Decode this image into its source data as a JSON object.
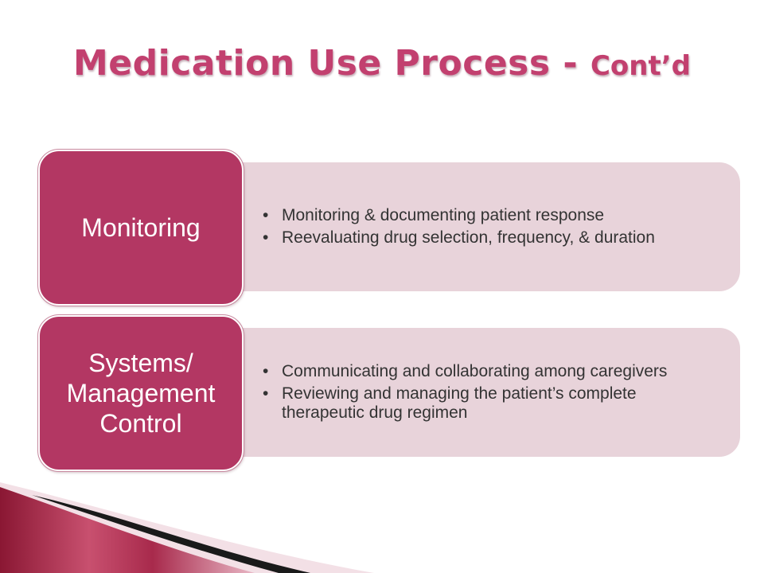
{
  "slide": {
    "title_main": "Medication Use Process - ",
    "title_suffix": "Cont’d",
    "sections": [
      {
        "label": "Monitoring",
        "bullets": [
          "Monitoring & documenting patient response",
          "Reevaluating drug selection, frequency, & duration"
        ]
      },
      {
        "label": "Systems/\nManagement\nControl",
        "bullets": [
          "Communicating and collaborating among caregivers",
          "Reviewing and managing the patient’s complete therapeutic drug regimen"
        ]
      }
    ]
  },
  "colors": {
    "accent": "#b33763",
    "title": "#c2406f",
    "content_bg": "#e8d3da"
  }
}
